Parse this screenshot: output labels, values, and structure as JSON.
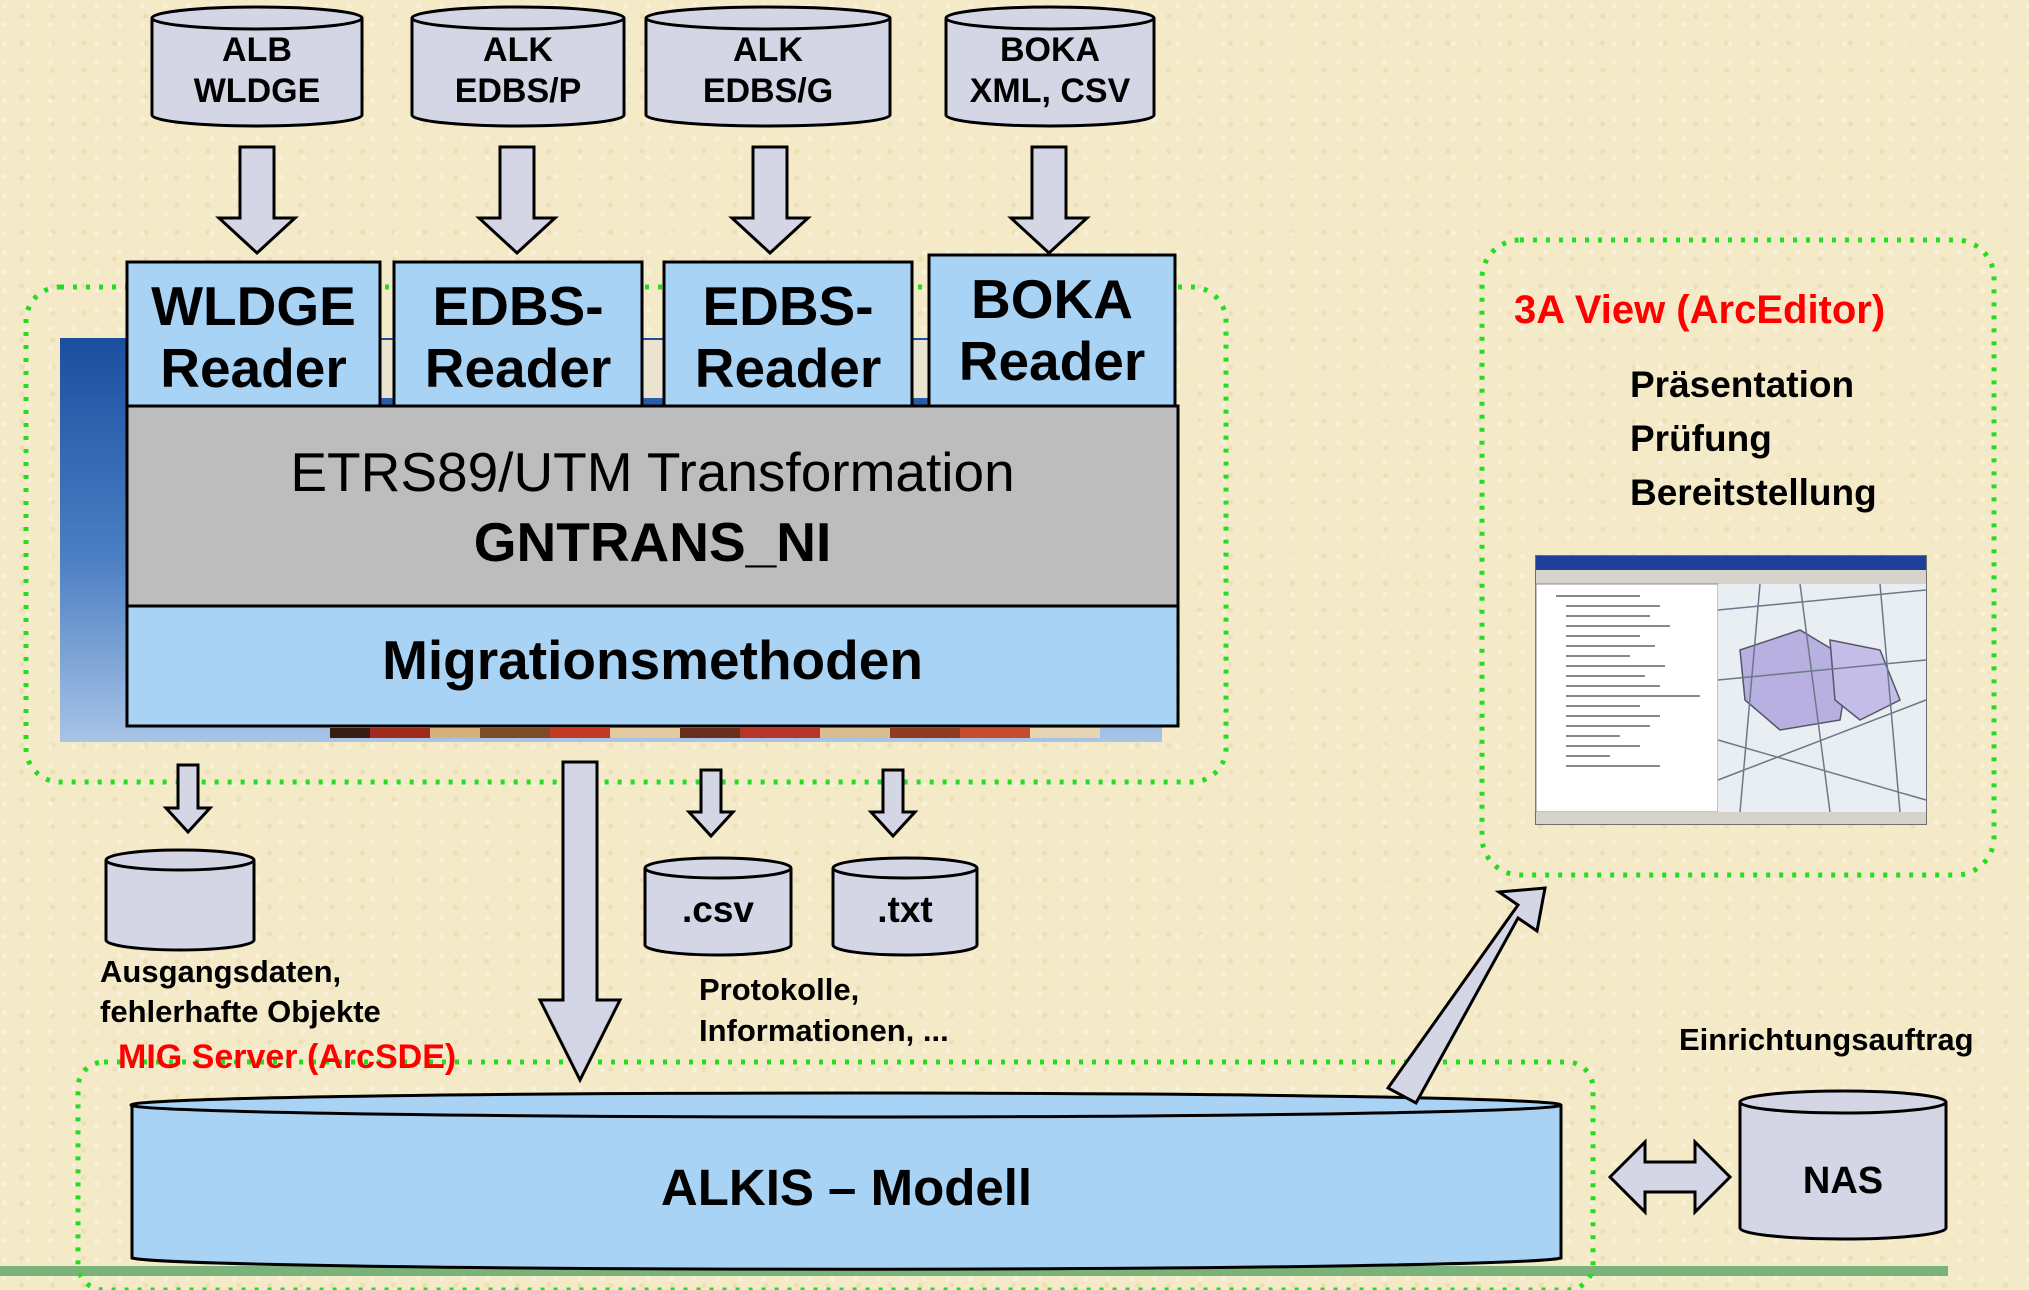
{
  "sources": [
    {
      "line1": "ALB",
      "line2": "WLDGE"
    },
    {
      "line1": "ALK",
      "line2": "EDBS/P"
    },
    {
      "line1": "ALK",
      "line2": "EDBS/G"
    },
    {
      "line1": "BOKA",
      "line2": "XML, CSV"
    }
  ],
  "readers": [
    {
      "line1": "WLDGE",
      "line2": "Reader"
    },
    {
      "line1": "EDBS-",
      "line2": "Reader"
    },
    {
      "line1": "EDBS-",
      "line2": "Reader"
    },
    {
      "line1": "BOKA",
      "line2": "Reader"
    }
  ],
  "transformation": {
    "title": "ETRS89/UTM Transformation",
    "subtitle": "GNTRANS_NI"
  },
  "migration": {
    "label": "Migrationsmethoden"
  },
  "outputs": {
    "source_db_caption_line1": "Ausgangsdaten,",
    "source_db_caption_line2": "fehlerhafte Objekte",
    "csv": ".csv",
    "txt": ".txt",
    "logs_caption_line1": "Protokolle,",
    "logs_caption_line2": "Informationen, ..."
  },
  "view": {
    "title": "3A View (ArcEditor)",
    "items": [
      "Präsentation",
      "Prüfung",
      "Bereitstellung"
    ],
    "screenshot_icon": "arcmap-screenshot-thumbnail"
  },
  "server": {
    "label": "MIG Server (ArcSDE)",
    "model": "ALKIS – Modell"
  },
  "nas": {
    "caption": "Einrichtungsauftrag",
    "label": "NAS"
  },
  "colors": {
    "background": "#f4eac8",
    "box_fill": "#a9d3f5",
    "gray_fill": "#bdbdbd",
    "db_fill": "#d4d6e6",
    "dotted_green": "#22dd22",
    "accent_red": "#ff0000",
    "footer_line": "#7ab37a"
  }
}
